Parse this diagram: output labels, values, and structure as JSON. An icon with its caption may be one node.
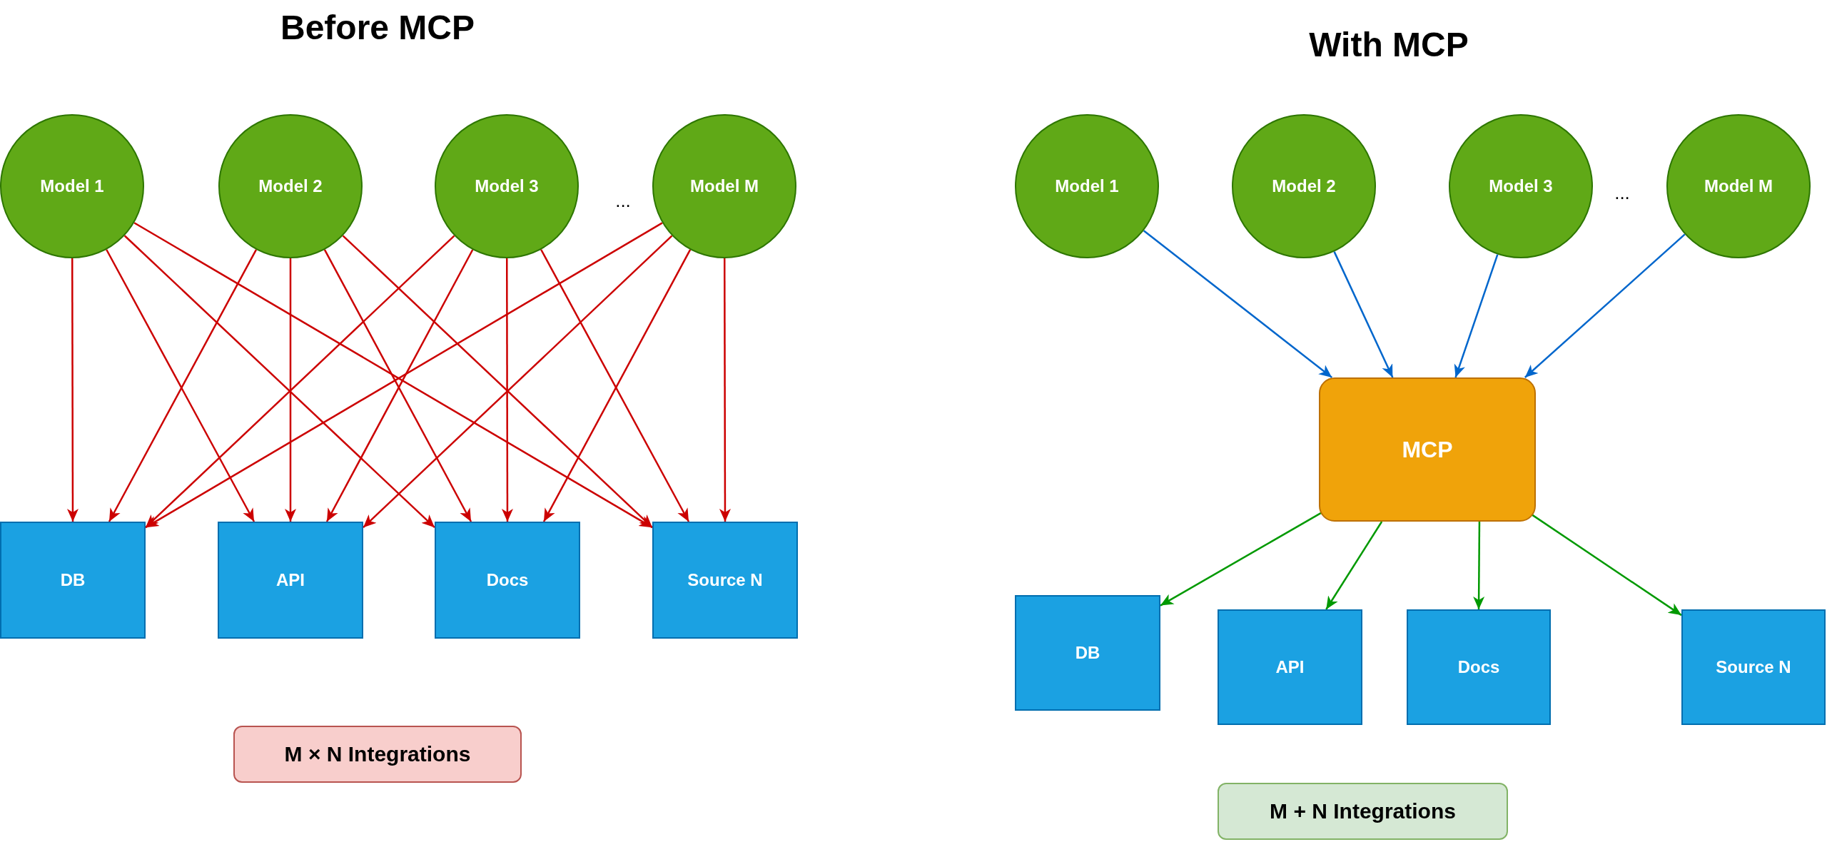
{
  "diagram": {
    "nodes": [
      {
        "text": [
          "Model 1"
        ]
      },
      {
        "text": [
          "Model 2"
        ]
      },
      {
        "text": [
          "Model 3"
        ]
      },
      {
        "text": [
          "Model M"
        ]
      },
      {
        "text": [
          "DB"
        ]
      },
      {
        "text": [
          "API"
        ]
      },
      {
        "text": [
          "Docs"
        ]
      },
      {
        "text": [
          "Source N"
        ]
      },
      {
        "text": [
          "M × N Integrations"
        ]
      },
      {
        "text": [
          "Model 1"
        ]
      },
      {
        "text": [
          "Model 2"
        ]
      },
      {
        "text": [
          "Model 3"
        ]
      },
      {
        "text": [
          "Model M"
        ]
      },
      {
        "text": [
          "MCP"
        ]
      },
      {
        "text": [
          "DB"
        ]
      },
      {
        "text": [
          "API"
        ]
      },
      {
        "text": [
          "Docs"
        ]
      },
      {
        "text": [
          "Source N"
        ]
      },
      {
        "text": [
          "M + N Integrations"
        ]
      }
    ],
    "edges": [
      {
        "from": 0,
        "to": 4,
        "arrow": "to"
      },
      {
        "from": 0,
        "to": 5,
        "arrow": "to"
      },
      {
        "from": 0,
        "to": 6,
        "arrow": "to"
      },
      {
        "from": 0,
        "to": 7,
        "arrow": "to"
      },
      {
        "from": 1,
        "to": 4,
        "arrow": "to"
      },
      {
        "from": 1,
        "to": 5,
        "arrow": "to"
      },
      {
        "from": 1,
        "to": 6,
        "arrow": "to"
      },
      {
        "from": 1,
        "to": 7,
        "arrow": "to"
      },
      {
        "from": 2,
        "to": 4,
        "arrow": "to"
      },
      {
        "from": 2,
        "to": 5,
        "arrow": "to"
      },
      {
        "from": 2,
        "to": 6,
        "arrow": "to"
      },
      {
        "from": 2,
        "to": 7,
        "arrow": "to"
      },
      {
        "from": 3,
        "to": 4,
        "arrow": "to"
      },
      {
        "from": 3,
        "to": 5,
        "arrow": "to"
      },
      {
        "from": 3,
        "to": 6,
        "arrow": "to"
      },
      {
        "from": 3,
        "to": 7,
        "arrow": "to"
      },
      {
        "from": 9,
        "to": 13,
        "arrow": "to",
        "color": "#0066cc"
      },
      {
        "from": 10,
        "to": 13,
        "arrow": "to",
        "color": "#0066cc"
      },
      {
        "from": 11,
        "to": 13,
        "arrow": "to",
        "color": "#0066cc"
      },
      {
        "from": 12,
        "to": 13,
        "arrow": "to",
        "color": "#0066cc"
      },
      {
        "from": 13,
        "to": 14,
        "arrow": "to",
        "color": "#009900"
      },
      {
        "from": 13,
        "to": 15,
        "arrow": "to",
        "color": "#009900"
      },
      {
        "from": 13,
        "to": 16,
        "arrow": "to",
        "color": "#009900"
      },
      {
        "from": 13,
        "to": 17,
        "arrow": "to",
        "color": "#009900"
      }
    ],
    "labels": [
      "Before MCP",
      "...",
      "With MCP",
      "..."
    ]
  }
}
